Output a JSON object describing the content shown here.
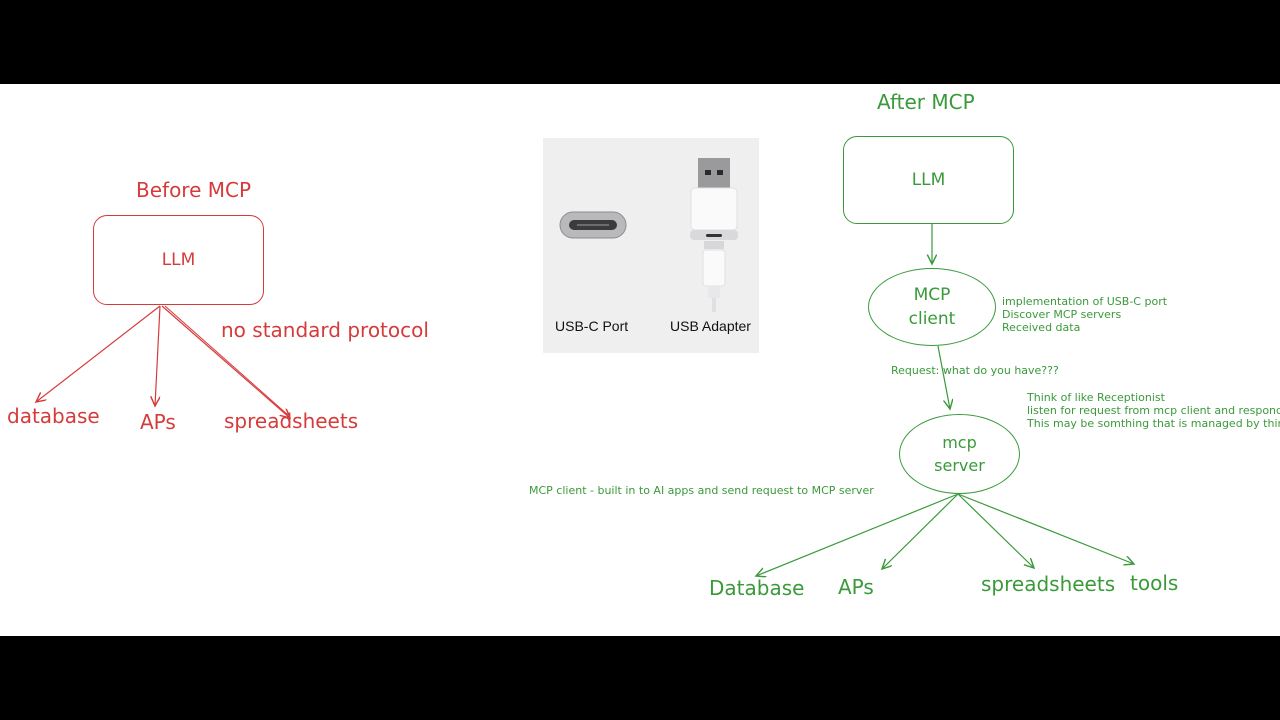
{
  "before": {
    "title": "Before MCP",
    "llm": "LLM",
    "protocol_note": "no standard protocol",
    "targets": [
      "database",
      "APs",
      "spreadsheets"
    ]
  },
  "usb": {
    "port_label": "USB-C Port",
    "adapter_label": "USB Adapter"
  },
  "after": {
    "title": "After MCP",
    "llm": "LLM",
    "client_line1": "MCP",
    "client_line2": "client",
    "client_notes": [
      "implementation of USB-C port",
      "Discover MCP servers",
      "Received data"
    ],
    "request_note": "Request: what do you have???",
    "server_line1": "mcp",
    "server_line2": "server",
    "server_notes": [
      "Think of like Receptionist",
      "listen for request from mcp client and respond a",
      "This may be somthing that is managed by third"
    ],
    "client_description": "MCP client - built in to AI apps and send request to MCP server",
    "targets": [
      "Database",
      "APs",
      "spreadsheets",
      "tools"
    ]
  },
  "colors": {
    "before": "#d63b3b",
    "after": "#3a9a3a",
    "background": "#ffffff",
    "letterbox": "#000000"
  }
}
